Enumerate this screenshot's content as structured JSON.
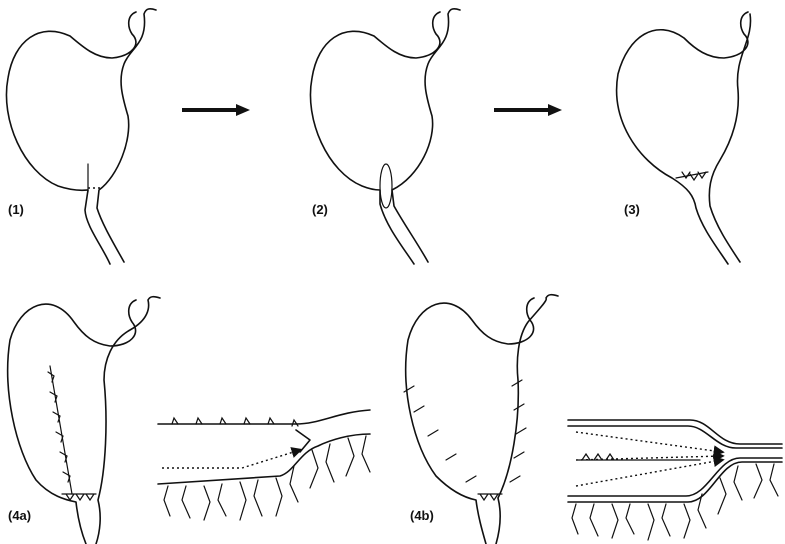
{
  "panels": [
    {
      "id": "1",
      "label": "(1)"
    },
    {
      "id": "2",
      "label": "(2)"
    },
    {
      "id": "3",
      "label": "(3)"
    },
    {
      "id": "4a",
      "label": "(4a)"
    },
    {
      "id": "4b",
      "label": "(4b)"
    }
  ],
  "arrows": [
    "right-arrow-icon",
    "right-arrow-icon"
  ],
  "colors": {
    "ink": "#111111",
    "background": "#ffffff"
  }
}
